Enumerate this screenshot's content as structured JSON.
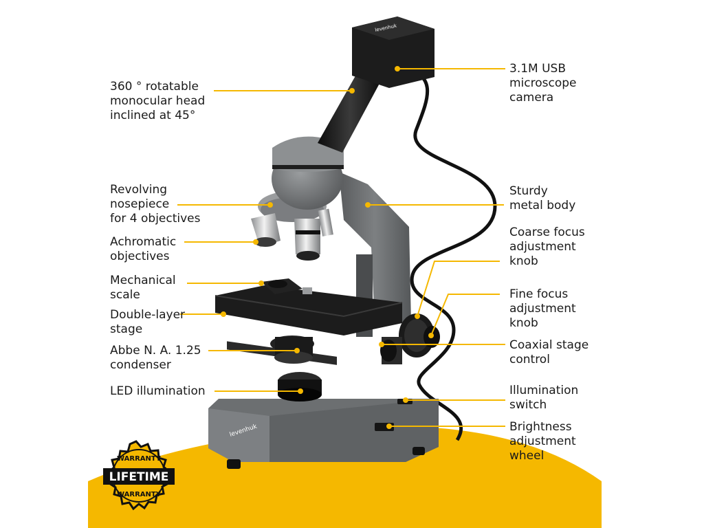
{
  "colors": {
    "accent": "#F5B800",
    "body_gray": "#6f7172",
    "body_dark": "#1e1e1e",
    "text": "#1a1a1a"
  },
  "labels": {
    "head": "360 ° rotatable\nmonocular head\ninclined at 45°",
    "camera": "3.1M USB\nmicroscope\ncamera",
    "nosepiece": "Revolving\nnosepiece\nfor 4 objectives",
    "body": "Sturdy\nmetal body",
    "objectives": "Achromatic\nobjectives",
    "coarse": "Coarse focus\nadjustment\nknob",
    "scale": "Mechanical\nscale",
    "fine": "Fine focus\nadjustment\nknob",
    "stage": "Double-layer\nstage",
    "condenser": "Abbe N. A. 1.25\ncondenser",
    "coaxial": "Coaxial stage\ncontrol",
    "led": "LED illumination",
    "switch": "Illumination\nswitch",
    "brightness": "Brightness\nadjustment\nwheel"
  },
  "badge": {
    "top": "WARRANTY",
    "middle": "LIFETIME",
    "bottom": "WARRANTY"
  },
  "branding": {
    "base_logo": "levenhuk",
    "camera_logo": "levenhuk"
  }
}
